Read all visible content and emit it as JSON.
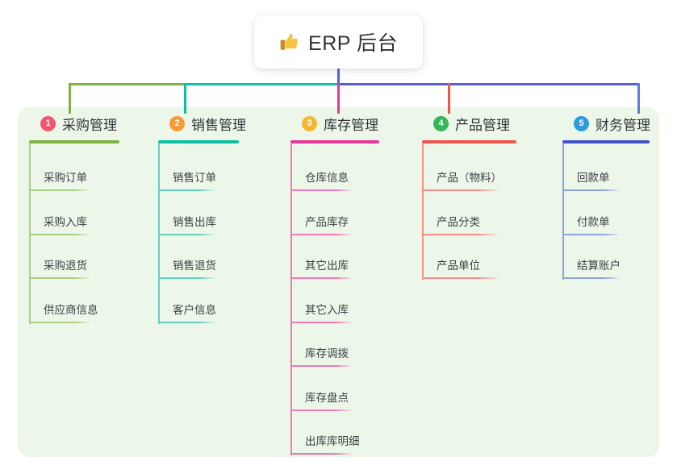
{
  "root": {
    "title": "ERP 后台",
    "icon": "thumbs-up-icon"
  },
  "colors": {
    "panel_bg": "#edf7e9",
    "card_bg": "#ffffff",
    "text": "#3c4043",
    "bus_green": "#7cb342",
    "bus_teal": "#0dbfa5",
    "bus_purple": "#5a5ed6",
    "drop_green": "#7cb342",
    "drop_teal": "#0dbfa5",
    "drop_pink": "#e8369a",
    "drop_red": "#f0554d",
    "drop_blue": "#5a7fd6"
  },
  "columns": [
    {
      "index": "1",
      "title": "采购管理",
      "badge_color": "#f0566e",
      "line_color": "#7cb342",
      "leaf_line_color": "#a8cf84",
      "items": [
        "采购订单",
        "采购入库",
        "采购退货",
        "供应商信息"
      ]
    },
    {
      "index": "2",
      "title": "销售管理",
      "badge_color": "#f79b35",
      "line_color": "#0dbfa5",
      "leaf_line_color": "#62cfc0",
      "items": [
        "销售订单",
        "销售出库",
        "销售退货",
        "客户信息"
      ]
    },
    {
      "index": "3",
      "title": "库存管理",
      "badge_color": "#f7b733",
      "line_color": "#e8369a",
      "leaf_line_color": "#ef7ab7",
      "items": [
        "仓库信息",
        "产品库存",
        "其它出库",
        "其它入库",
        "库存调拨",
        "库存盘点",
        "出库库明细"
      ]
    },
    {
      "index": "4",
      "title": "产品管理",
      "badge_color": "#34b759",
      "line_color": "#f0554d",
      "leaf_line_color": "#f79089",
      "items": [
        "产品（物料）",
        "产品分类",
        "产品单位"
      ]
    },
    {
      "index": "5",
      "title": "财务管理",
      "badge_color": "#2d9cdb",
      "line_color": "#4152c4",
      "leaf_line_color": "#8ca4dd",
      "items": [
        "回款单",
        "付款单",
        "结算账户"
      ]
    }
  ]
}
